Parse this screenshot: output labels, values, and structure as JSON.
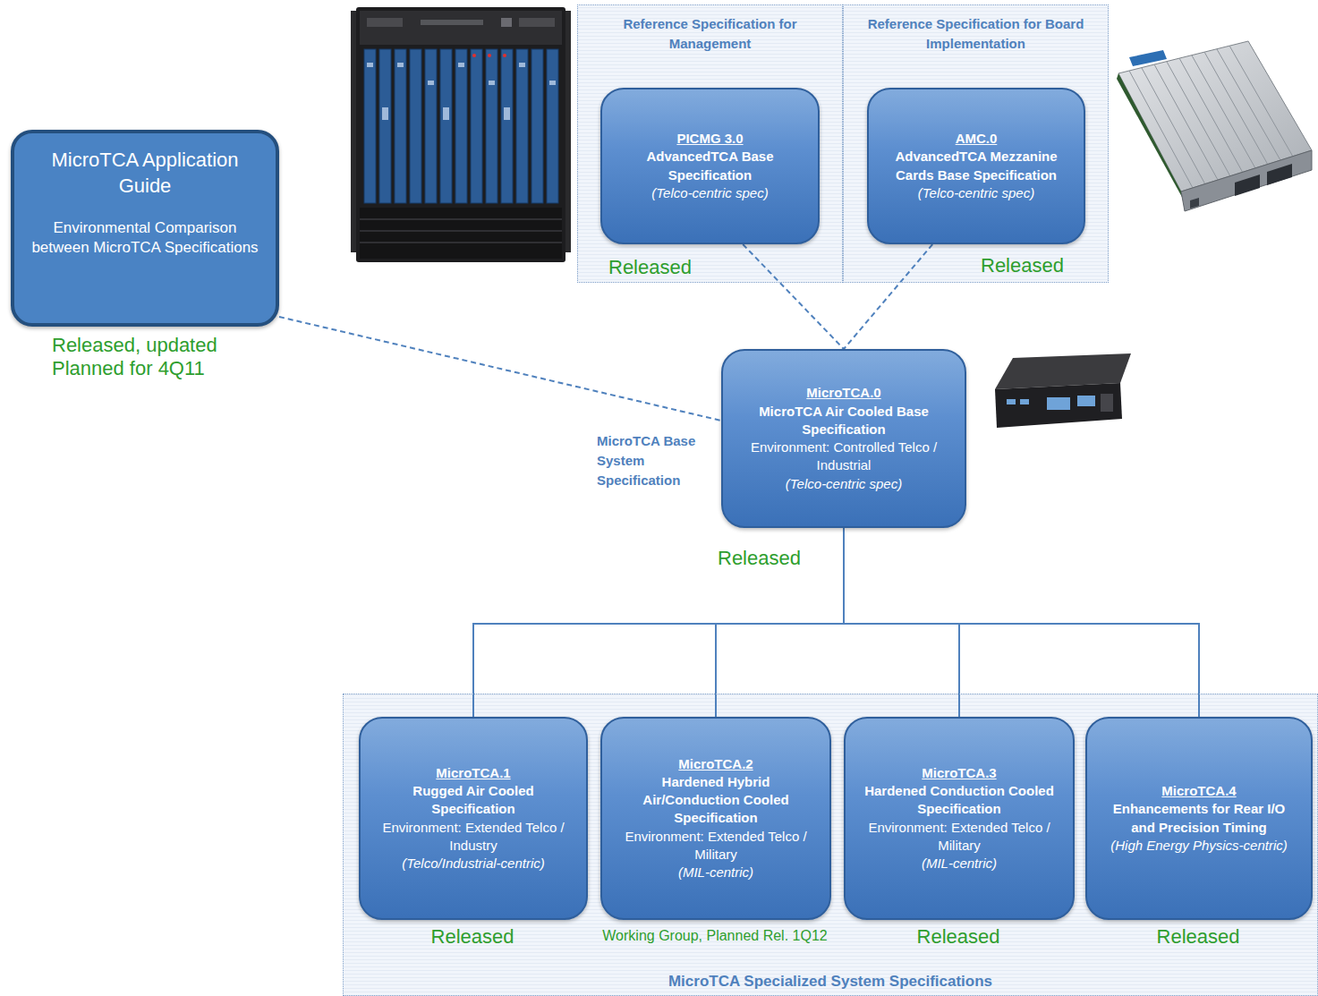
{
  "diagram": {
    "nodes": [
      {
        "text": [
          "MicroTCA Application Guide",
          "Environmental Comparison between MicroTCA Specifications"
        ]
      },
      {
        "text": [
          "Reference Specification for Management"
        ]
      },
      {
        "text": [
          "PICMG 3.0",
          "AdvancedTCA Base Specification",
          "(Telco-centric spec)"
        ],
        "in": 1
      },
      {
        "text": [
          "Reference Specification for Board Implementation"
        ]
      },
      {
        "text": [
          "AMC.0",
          "AdvancedTCA Mezzanine Cards Base Specification",
          "(Telco-centric spec)"
        ],
        "in": 3
      },
      {
        "text": [
          "MicroTCA.0",
          "MicroTCA Air Cooled Base Specification",
          "Environment: Controlled Telco / Industrial",
          "(Telco-centric spec)"
        ]
      },
      {
        "text": [
          "MicroTCA Specialized System Specifications"
        ]
      },
      {
        "text": [
          "MicroTCA.1",
          "Rugged Air Cooled Specification",
          "Environment: Extended Telco / Industry",
          "(Telco/Industrial-centric)"
        ],
        "in": 6
      },
      {
        "text": [
          "MicroTCA.2",
          "Hardened Hybrid Air/Conduction Cooled Specification",
          "Environment: Extended Telco / Military",
          "(MIL-centric)"
        ],
        "in": 6
      },
      {
        "text": [
          "MicroTCA.3",
          "Hardened Conduction Cooled Specification",
          "Environment: Extended Telco / Military",
          "(MIL-centric)"
        ],
        "in": 6
      },
      {
        "text": [
          "MicroTCA.4",
          "Enhancements for Rear I/O and Precision Timing",
          "(High Energy Physics-centric)"
        ],
        "in": 6
      }
    ],
    "edges": [
      {
        "from": 0,
        "to": 5,
        "arrow": "none"
      },
      {
        "from": 2,
        "to": 5,
        "arrow": "none"
      },
      {
        "from": 4,
        "to": 5,
        "arrow": "none"
      },
      {
        "from": 5,
        "to": 7,
        "arrow": "none"
      },
      {
        "from": 5,
        "to": 8,
        "arrow": "none"
      },
      {
        "from": 5,
        "to": 9,
        "arrow": "none"
      },
      {
        "from": 5,
        "to": 10,
        "arrow": "none"
      }
    ],
    "labels": [
      "Released, updated Planned for 4Q11",
      "Released",
      "Released",
      "MicroTCA Base System Specification",
      "Released",
      "Released",
      "Working Group, Planned Rel. 1Q12",
      "Released",
      "Released"
    ]
  }
}
